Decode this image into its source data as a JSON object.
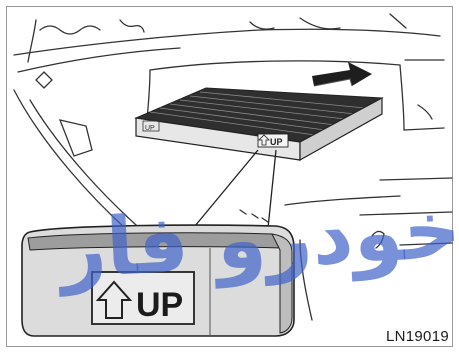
{
  "figure": {
    "filter_label_small": "UP",
    "filter_label_large": "UP",
    "figure_code": "LN19019",
    "watermark_text": "ﺭﺍﺩ ﺧﻮﺩﺭﻭ ﻓﺎﺭ",
    "colors": {
      "line": "#222222",
      "light_line": "#777777",
      "filter_top": "#2f2f2f",
      "filter_side": "#e6e6e6",
      "watermark": "#3e63c9"
    },
    "icons": [
      "up-arrow-icon",
      "insert-direction-arrow-icon"
    ]
  }
}
